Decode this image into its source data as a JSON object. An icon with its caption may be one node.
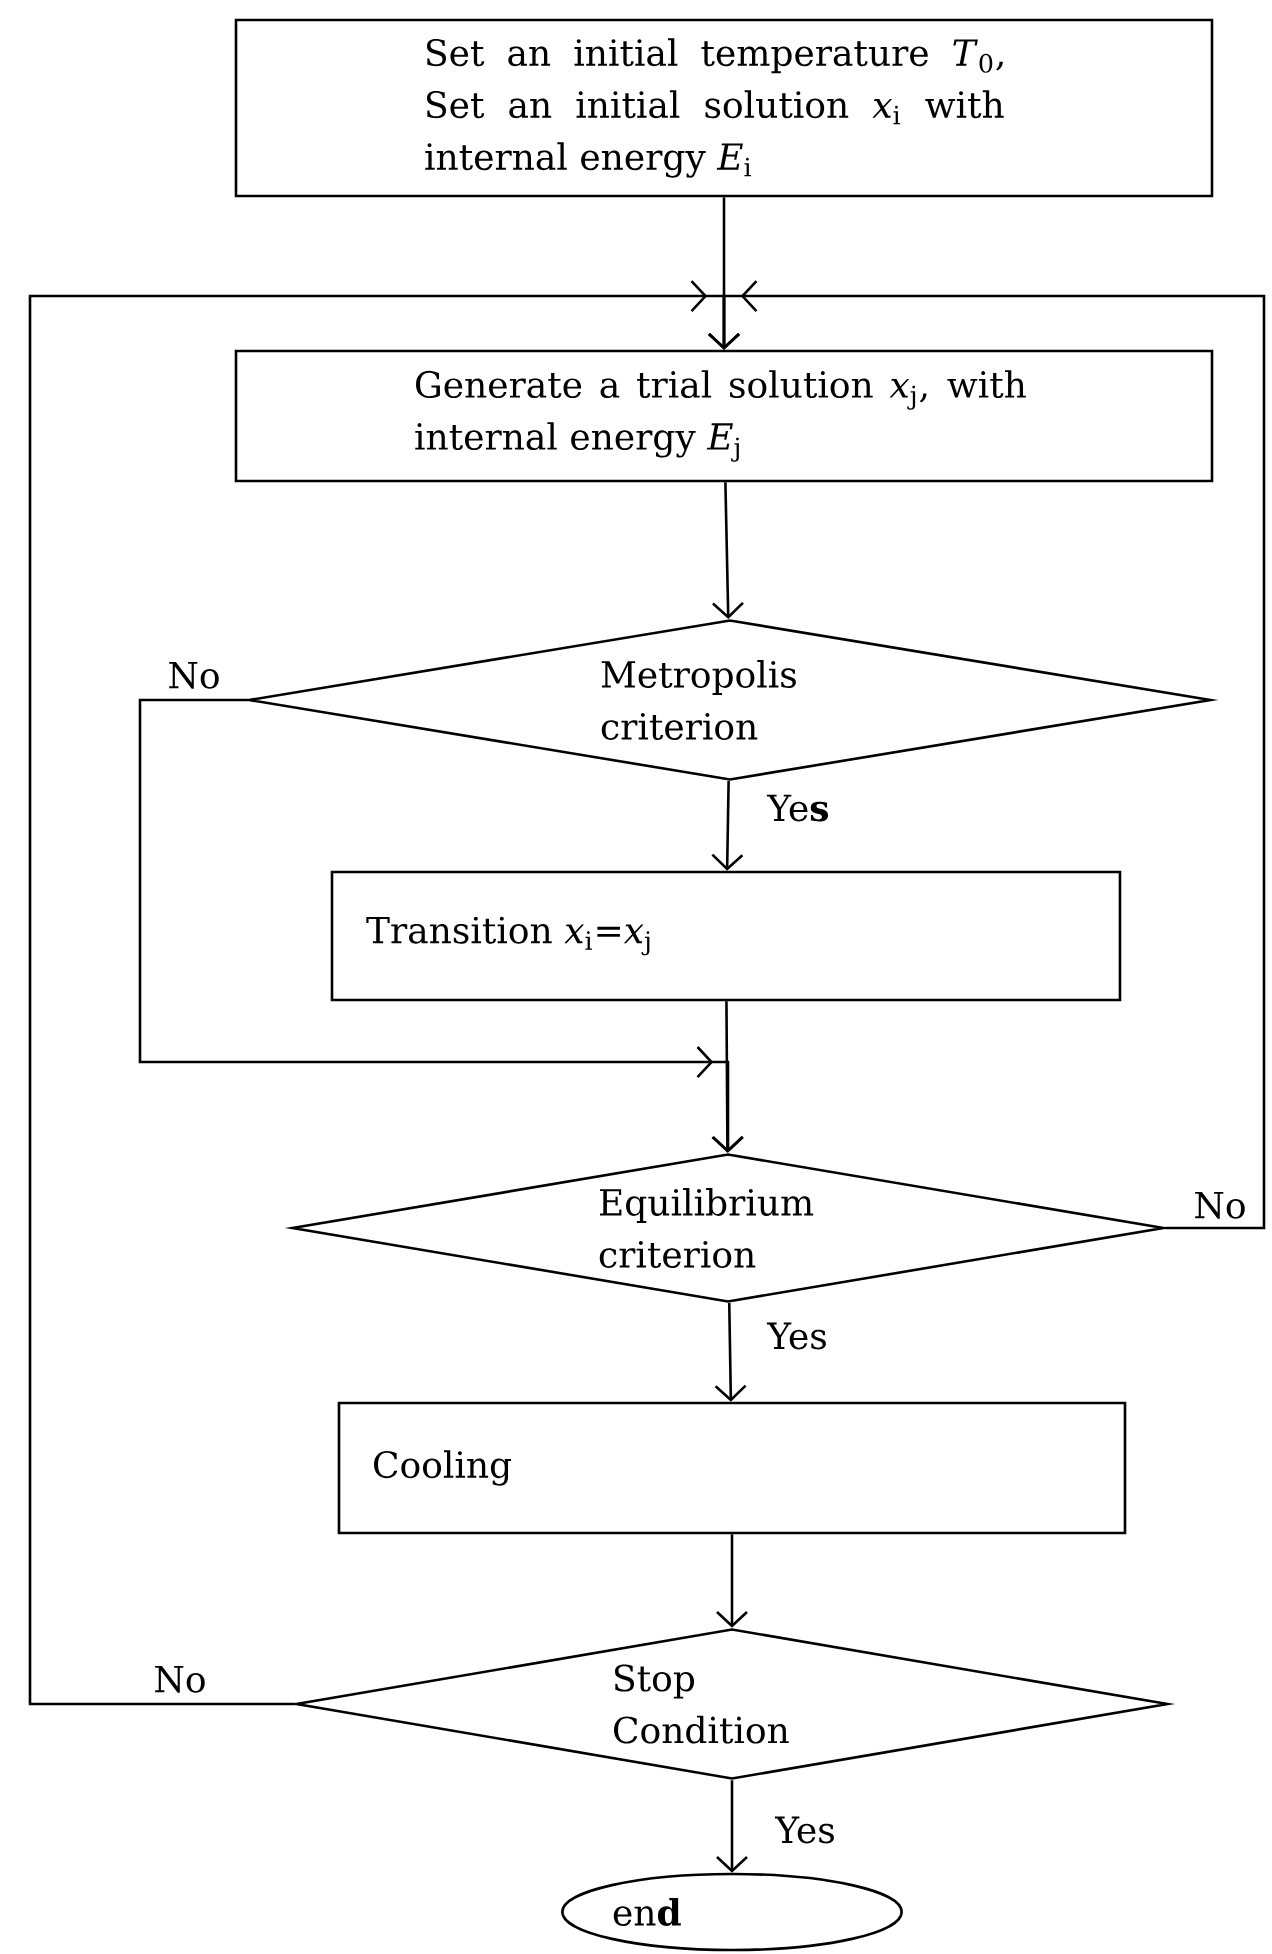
{
  "diagram": {
    "nodes": [
      {
        "text": [
          "Set an initial temperature *T*$_{0}$, Set an initial solution *x*$_{i}$ with internal energy *E*$_{i}$"
        ]
      },
      {
        "text": [
          "Generate  a trial solution *x*$_{j}$, with internal energy *E*$_{j}$"
        ]
      },
      {
        "text": [
          "Metropolis criterion"
        ]
      },
      {
        "text": [
          "Transition *x*$_{i}$=*x*$_{j}$"
        ]
      },
      {
        "text": [
          "Equilibrium criterion"
        ]
      },
      {
        "text": [
          "Cooling"
        ]
      },
      {
        "text": [
          "Stop Condition"
        ]
      },
      {
        "text": [
          "en**d**"
        ]
      }
    ],
    "edges": [
      {
        "from": 0,
        "to": 1,
        "arrow": "to"
      },
      {
        "from": 1,
        "to": 2,
        "arrow": "to"
      },
      {
        "from": 2,
        "to": 3,
        "arrow": "to",
        "label": "Ye**s**"
      },
      {
        "from": 2,
        "to": 4,
        "arrow": "to",
        "label": "No"
      },
      {
        "from": 3,
        "to": 4,
        "arrow": "to"
      },
      {
        "from": 4,
        "to": 1,
        "arrow": "to",
        "label": "No"
      },
      {
        "from": 4,
        "to": 5,
        "arrow": "to",
        "label": "Yes"
      },
      {
        "from": 5,
        "to": 6,
        "arrow": "to"
      },
      {
        "from": 6,
        "to": 7,
        "arrow": "to",
        "label": "Yes"
      },
      {
        "from": 6,
        "to": 1,
        "arrow": "to",
        "label": "No"
      }
    ]
  }
}
